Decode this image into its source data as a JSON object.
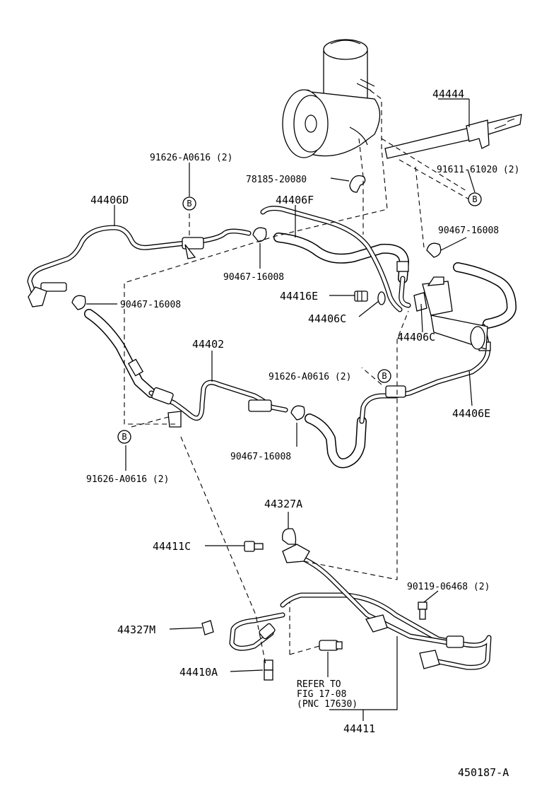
{
  "diagram": {
    "labels": {
      "p44444": "44444",
      "p91626_top": "91626-A0616 (2)",
      "p78185": "78185-20080",
      "p91611": "91611-61020 (2)",
      "p44406D": "44406D",
      "p44406F": "44406F",
      "p90467_right": "90467-16008",
      "p90467_mid": "90467-16008",
      "p90467_left": "90467-16008",
      "p44416E": "44416E",
      "p44406C_a": "44406C",
      "p44406C_b": "44406C",
      "p44402": "44402",
      "p91626_mid": "91626-A0616 (2)",
      "p44406E": "44406E",
      "p90467_low": "90467-16008",
      "p91626_bottom": "91626-A0616 (2)",
      "p44327A": "44327A",
      "p44411C": "44411C",
      "p90119": "90119-06468 (2)",
      "p44327M": "44327M",
      "p44410A": "44410A",
      "refer_line1": "REFER TO",
      "refer_line2": "FIG 17-08",
      "refer_line3": "(PNC 17630)",
      "p44411": "44411",
      "figure_id": "450187-A"
    },
    "callout_letter": "B"
  }
}
